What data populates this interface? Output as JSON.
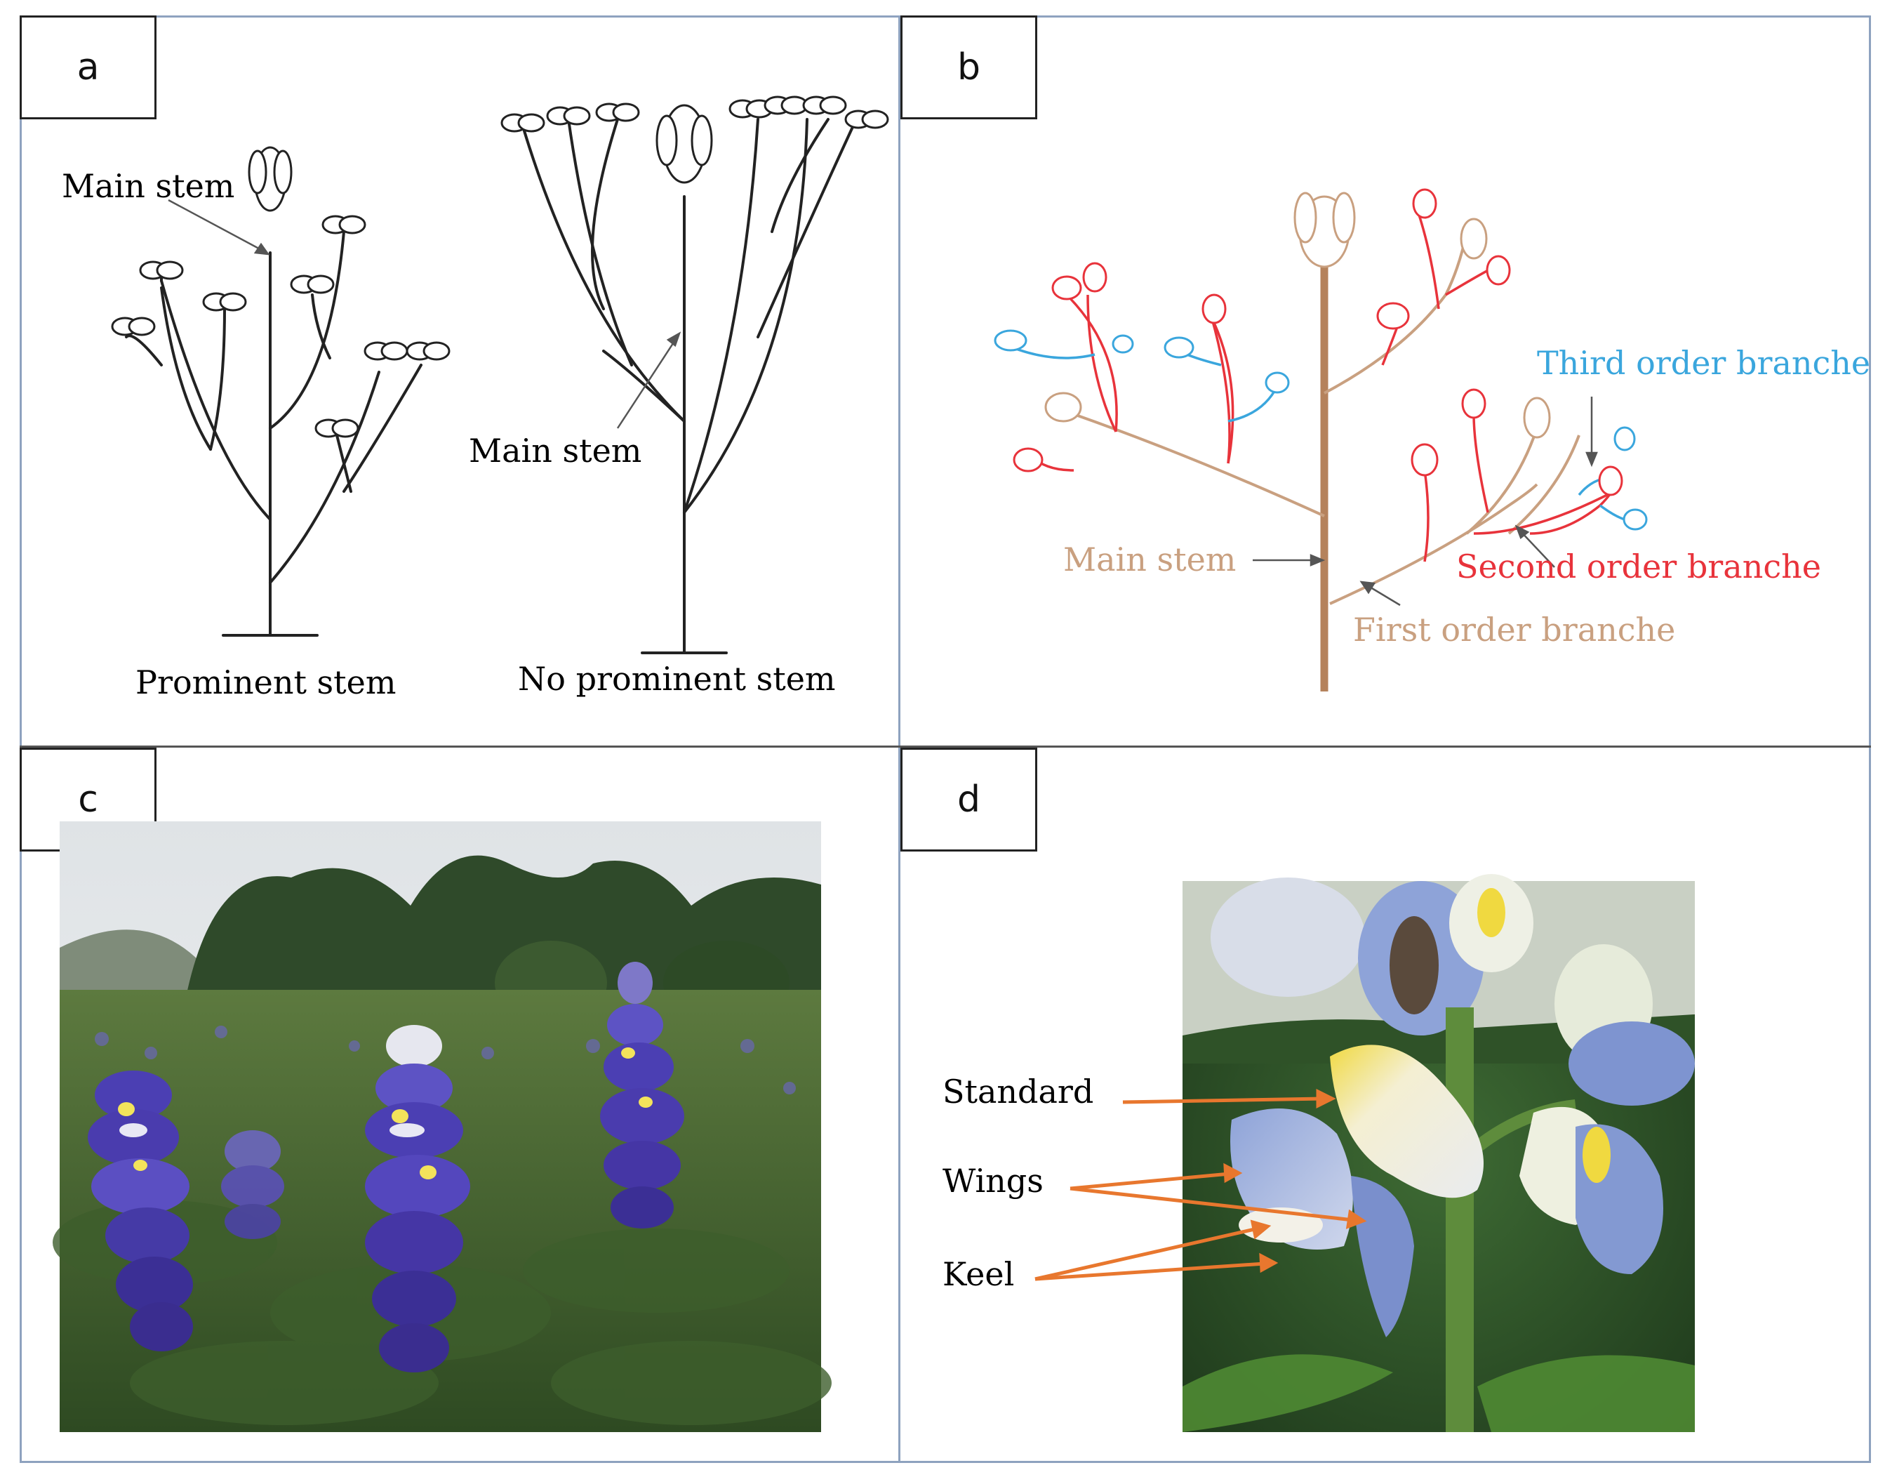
{
  "panels": {
    "a": {
      "label": "a",
      "main_stem_left": "Main stem",
      "main_stem_right": "Main stem",
      "caption_left": "Prominent stem",
      "caption_right": "No prominent stem"
    },
    "b": {
      "label": "b",
      "main_stem": "Main stem",
      "first_order": "First order branche",
      "second_order": "Second order branche",
      "third_order": "Third order branche",
      "colors": {
        "main": "#b5825c",
        "first": "#c9a080",
        "second": "#e8333b",
        "third": "#3aa6dd"
      }
    },
    "c": {
      "label": "c"
    },
    "d": {
      "label": "d",
      "standard": "Standard",
      "wings": "Wings",
      "keel": "Keel",
      "arrow_color": "#e8772e"
    }
  }
}
